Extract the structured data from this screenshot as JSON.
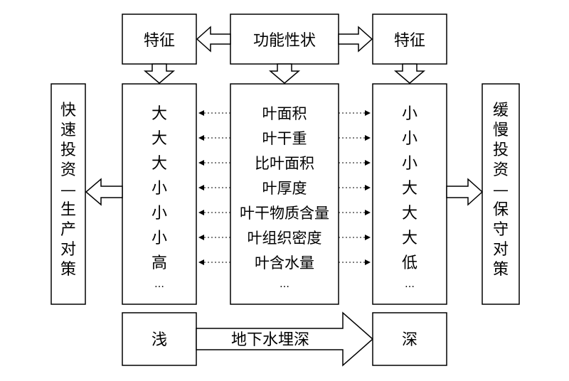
{
  "header": {
    "center_label": "功能性状",
    "left_label": "特征",
    "right_label": "特征"
  },
  "traits": [
    "叶面积",
    "叶干重",
    "比叶面积",
    "叶厚度",
    "叶干物质含量",
    "叶组织密度",
    "叶含水量",
    "…"
  ],
  "left_values": [
    "大",
    "大",
    "大",
    "小",
    "小",
    "小",
    "高",
    "…"
  ],
  "right_values": [
    "小",
    "小",
    "小",
    "大",
    "大",
    "大",
    "低",
    "…"
  ],
  "strategies": {
    "left": [
      "快",
      "速",
      "投",
      "资",
      "—",
      "生",
      "产",
      "对",
      "策"
    ],
    "right": [
      "缓",
      "慢",
      "投",
      "资",
      "—",
      "保",
      "守",
      "对",
      "策"
    ]
  },
  "bottom": {
    "left_label": "浅",
    "arrow_label": "地下水埋深",
    "right_label": "深"
  },
  "colors": {
    "stroke": "#000000",
    "fill": "#ffffff"
  }
}
